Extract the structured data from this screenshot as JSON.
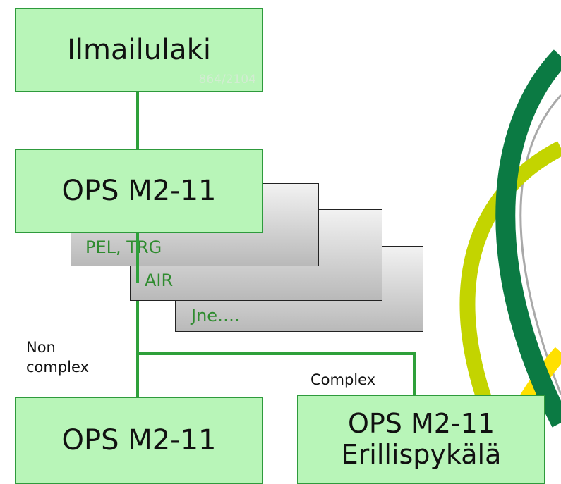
{
  "top_box": {
    "title": "Ilmailulaki",
    "subtitle": "864/2104"
  },
  "mid_box": {
    "title": "OPS M2-11"
  },
  "stack": [
    {
      "label": "PEL, TRG"
    },
    {
      "label": "AIR"
    },
    {
      "label": "Jne…."
    }
  ],
  "branch_left": {
    "label_line1": "Non",
    "label_line2": "complex"
  },
  "branch_right": {
    "label": "Complex"
  },
  "bottom_left_box": {
    "title": "OPS M2-11"
  },
  "bottom_right_box": {
    "line1": "OPS M2-11",
    "line2": "Erillispykälä"
  },
  "colors": {
    "box_fill": "#b8f5b8",
    "box_border": "#2e9a3c",
    "connector": "#2ea03a",
    "label_text": "#2e8b2e",
    "ribbon_dark": "#0b7a43",
    "ribbon_lime": "#c3d400",
    "ribbon_yellow": "#ffe000",
    "ribbon_gray": "#a9a9a9"
  }
}
